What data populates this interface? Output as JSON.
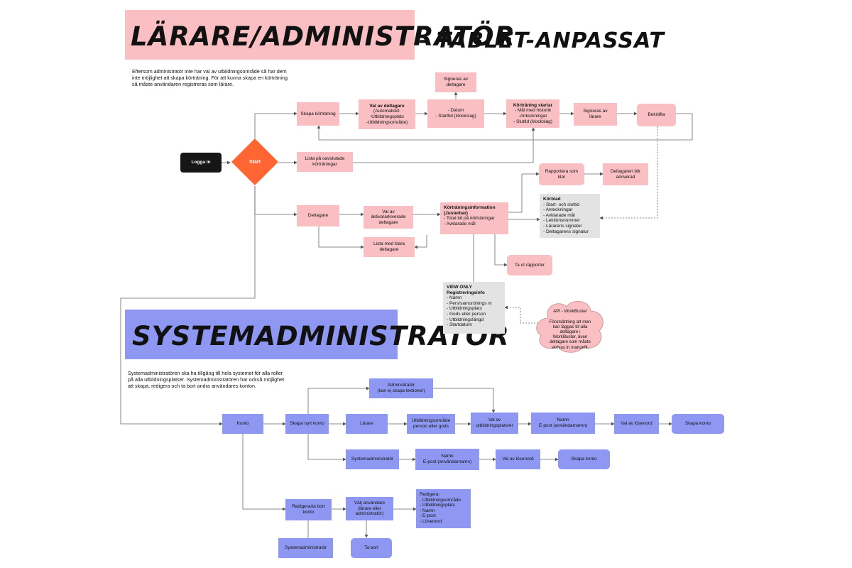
{
  "titles": {
    "teacher": "LÄRARE/ADMINISTRATÖR",
    "teacher_suffix": "- TABLET-ANPASSAT",
    "sysadmin": "SYSTEMADMINISTRATÖR"
  },
  "notes": {
    "teacher": "Eftersom administratör inte har val av utbildningsområde så har dem inte möjlighet att skapa körträning. För att kunna skapa en körträning så måste användaren registreras som lärare.",
    "sysadmin": "Systemadministratören ska ha tillgång till hela systemet för alla roller på alla utbildningsplatser. Systemadministratören har också möjlighet att skapa, redigera och ta bort andra användares konton."
  },
  "nodes": {
    "logga_in": "Logga in",
    "start": "Start",
    "skapa_kortraning": "Skapa körträning",
    "val_deltagare_title": "Val av deltagare",
    "val_deltagare_body": "(Automatiskt:\n-Utbildningsplats\n-Utbildningsområde)",
    "datum": "- Datum\n- Starttid (klockslag)",
    "signeras_deltagare": "Signeras av\ndeltagare",
    "kortraning_startar_title": "Körträning startar",
    "kortraning_startar_body": "- Mål med historik\n-Anteckningar\n- Sluttid (klockslag)",
    "signeras_larare": "Signeras av\nlärare",
    "bekrafta": "Bekräfta",
    "lista_oavslutade": "Lista på oavslutade\nkörträningar",
    "rapportera": "Rapportera som\nklar",
    "arkiverad": "Deltagaren blir\narkiverad",
    "korblad_title": "Körblad",
    "korblad_body": "- Start- och sluttid\n- Anteckningar\n- Avklarade mål\n- Lektionsnummer\n- Lärarens signatur\n- Deltagarens signatur",
    "deltagare": "Deltagare",
    "val_aktiva": "Val av\naktiva/arkiverade\ndeltagare",
    "lista_klara": "Lista med klara\ndeltagare",
    "info_title": "Körträningsinformation\n(Justerbar)",
    "info_body": "- Total tid på körträningar\n- Avklarade mål",
    "ta_ut": "Ta ut rapporter",
    "view_only_title": "VIEW ONLY\nRegistreringsinfo",
    "view_only_body": "- Namn\n- Pers/samordnings nr\n- Utbildningsplats\n- Gods eller person\n- Utbildningslängd\n- Startdatum",
    "api_title": "API - WorkBuster",
    "api_body": "Förutsättning att man\nkan läggas till alla\ndeltagare i\nWorkBuster, även\ndeltagare som måste\nskrivas in manuellt.",
    "konto": "Konto",
    "skapa_nytt": "Skapa nytt konto",
    "administrator": "Administratör\n(kan ej skapa lektioner)",
    "larare": "Lärare",
    "utb_omrade": "Utbildningsområde\nperson eller gods",
    "val_utbplats": "Val av\nutbildningsplats/er",
    "namn_epost_1": "Namn\nE-post (användarnamn)",
    "val_losen_1": "Val av lösenord",
    "skapa_konto_1": "Skapa konto",
    "systemadmin_1": "Systemadministratör",
    "namn_epost_2": "Namn\nE-post (användarnamn)",
    "val_losen_2": "Val av lösenord",
    "skapa_konto_2": "Skapa konto",
    "redigera": "Redigera/ta bort\nkonto",
    "valj_anv": "Välj användare\n(lärare eller\nadministratör)",
    "redigera_list_title": "Redigera:",
    "redigera_list_body": "- Utbildningsområde\n- Utbildningsplats\n- Namn\n- E-post\n- Lösenord",
    "systemadmin_2": "Systemadministratör",
    "ta_bort": "Ta bort"
  },
  "colors": {
    "pink": "#f9bfc2",
    "blue": "#8e98f2",
    "grey": "#e3e3e3",
    "orange": "#ff6633",
    "dark": "#161616"
  }
}
